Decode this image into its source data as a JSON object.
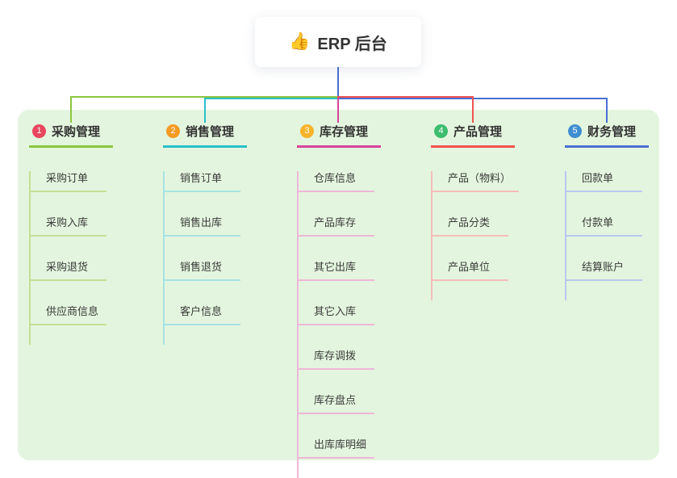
{
  "canvas": {
    "background": "#ffffff",
    "panel_background": "#e3f5de"
  },
  "root": {
    "icon": "👍",
    "label": "ERP 后台",
    "trunk_color": "#4a6fd4"
  },
  "branches": [
    {
      "badge": "1",
      "badge_color": "#e8465e",
      "color": "#8cc63f",
      "child_color": "#c3e094",
      "label": "采购管理",
      "children": [
        "采购订单",
        "采购入库",
        "采购退货",
        "供应商信息"
      ]
    },
    {
      "badge": "2",
      "badge_color": "#f59a23",
      "color": "#29c0c9",
      "child_color": "#a6e2e4",
      "label": "销售管理",
      "children": [
        "销售订单",
        "销售出库",
        "销售退货",
        "客户信息"
      ]
    },
    {
      "badge": "3",
      "badge_color": "#f7b32b",
      "color": "#d8449c",
      "child_color": "#eeb7d7",
      "label": "库存管理",
      "children": [
        "仓库信息",
        "产品库存",
        "其它出库",
        "其它入库",
        "库存调拨",
        "库存盘点",
        "出库库明细"
      ]
    },
    {
      "badge": "4",
      "badge_color": "#3dbd6e",
      "color": "#ef5350",
      "child_color": "#f6bcba",
      "label": "产品管理",
      "children": [
        "产品（物料）",
        "产品分类",
        "产品单位"
      ]
    },
    {
      "badge": "5",
      "badge_color": "#3e8ed0",
      "color": "#4a6fd4",
      "child_color": "#b9c8ef",
      "label": "财务管理",
      "children": [
        "回款单",
        "付款单",
        "结算账户"
      ]
    }
  ]
}
